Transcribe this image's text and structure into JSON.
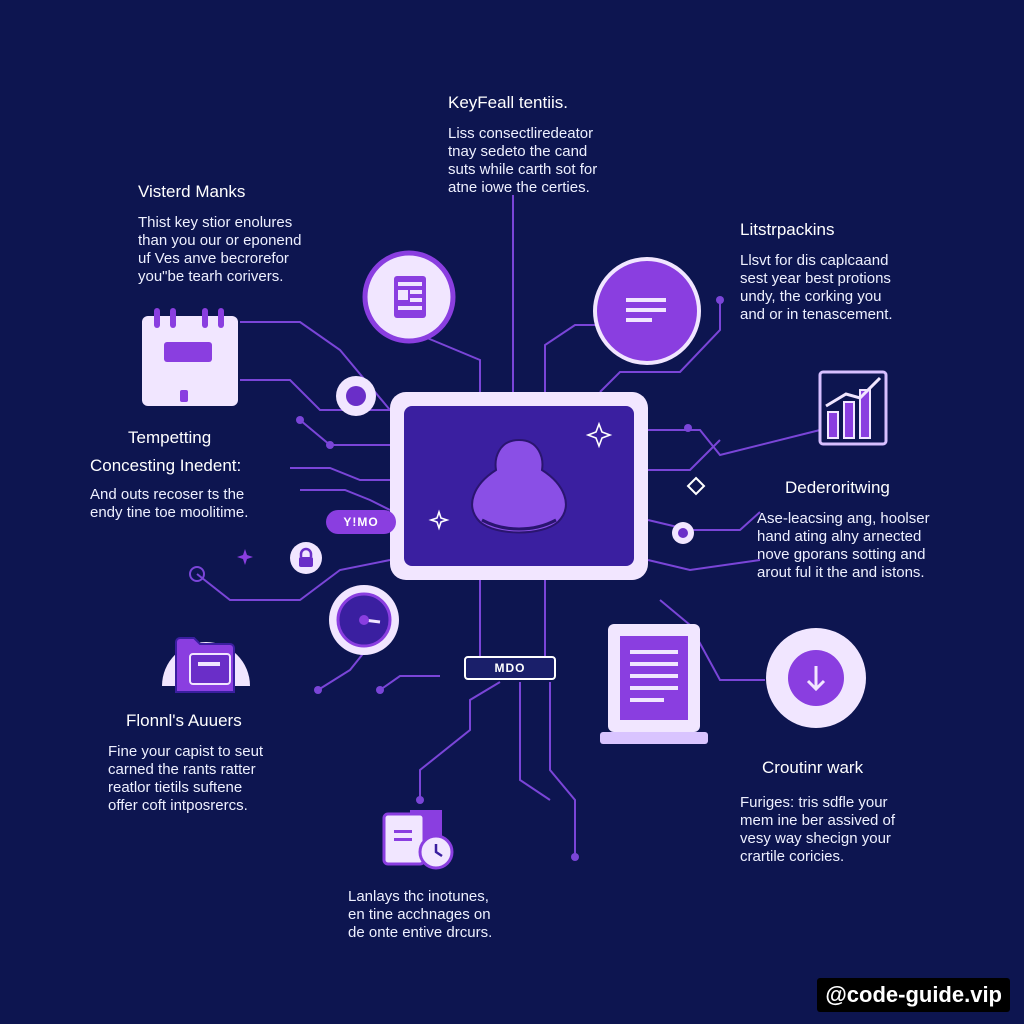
{
  "colors": {
    "background": "#0d1550",
    "accent": "#8a3ee0",
    "wire": "#7a45d8",
    "panel": "#f1e6ff",
    "screen": "#3a1fa0"
  },
  "hub": {
    "icon": "pear-shape-icon"
  },
  "tags": {
    "left": "Y!MO",
    "center": "MDO"
  },
  "blocks": {
    "top": {
      "title": "KeyFeall tentiis.",
      "lines": [
        "Liss consectliredeator",
        "tnay sedeto the cand",
        "suts while carth sot for",
        "atne iowe the certies."
      ]
    },
    "visited": {
      "title": "Visterd Manks",
      "lines": [
        "Thist key stior enolures",
        "than you our or eponend",
        "uf Ves anve becrorefor",
        "you\"be tearh corivers."
      ]
    },
    "lists": {
      "title": "Litstrpackins",
      "lines": [
        "Llsvt for dis caplcaand",
        "sest year best protions",
        "undy, the corking you",
        "and or in tenascement."
      ]
    },
    "tempting": {
      "title": "Tempetting",
      "subtitle": "Concesting Inedent:",
      "lines": [
        "And outs recoser ts the",
        "endy tine toe moolitime."
      ]
    },
    "deder": {
      "title": "Dederoritwing",
      "lines": [
        "Ase-leacsing ang, hoolser",
        "hand ating alny arnected",
        "nove gporans sotting and",
        "arout ful it the and istons."
      ]
    },
    "flonn": {
      "title": "Flonnl's Auuers",
      "lines": [
        "Fine your capist to seut",
        "carned the rants ratter",
        "reatlor tietils suftene",
        "offer coft intposrercs."
      ]
    },
    "croutin": {
      "title": "Croutinr wark",
      "lines": [
        "Furiges: tris sdfle your",
        "mem ine ber assived of",
        "vesy way shecign your",
        "crartile coricies."
      ]
    },
    "bottom": {
      "lines": [
        "Lanlays thc inotunes,",
        "en tine acchnages on",
        "de onte entive drcurs."
      ]
    }
  },
  "icons": [
    "calendar-icon",
    "document-icon",
    "text-lines-icon",
    "target-icon",
    "bar-chart-icon",
    "lock-icon",
    "gauge-icon",
    "folders-icon",
    "tablet-icon",
    "download-icon",
    "clipboard-clock-icon",
    "sparkle-icon",
    "diamond-icon"
  ],
  "watermark": "@code-guide.vip"
}
